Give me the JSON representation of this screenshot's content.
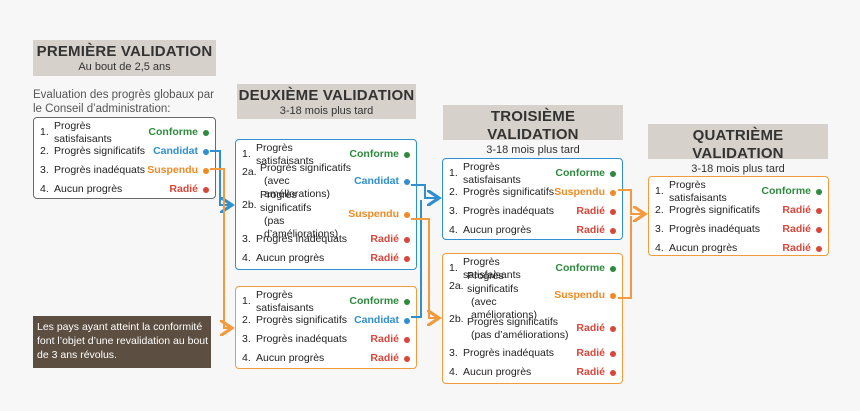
{
  "headers": {
    "v1": {
      "title": "PREMIÈRE VALIDATION",
      "subtitle": "Au bout de 2,5 ans"
    },
    "v2": {
      "title": "DEUXIÈME VALIDATION",
      "subtitle": "3-18 mois plus tard"
    },
    "v3": {
      "title": "TROISIÈME VALIDATION",
      "subtitle": "3-18 mois plus tard"
    },
    "v4": {
      "title": "QUATRIÈME VALIDATION",
      "subtitle": "3-18 mois plus tard"
    }
  },
  "intro": "Evaluation des progrès globaux par le Conseil d’administration:",
  "note": "Les pays ayant atteint la conformité font l’objet d’une revalidation au bout de 3 ans révolus.",
  "boxes": {
    "b1": [
      {
        "num": "1.",
        "label": "Progrès satisfaisants",
        "status": "Conforme"
      },
      {
        "num": "2.",
        "label": "Progrès significatifs",
        "status": "Candidat"
      },
      {
        "num": "3.",
        "label": "Progrès inadéquats",
        "status": "Suspendu"
      },
      {
        "num": "4.",
        "label": "Aucun progrès",
        "status": "Radié"
      }
    ],
    "b2a": [
      {
        "num": "1.",
        "label": "Progrès satisfaisants",
        "status": "Conforme"
      },
      {
        "num": "2a.",
        "label": "Progrès significatifs",
        "label2": "(avec améliorations)",
        "status": "Candidat"
      },
      {
        "num": "2b.",
        "label": "Progrès significatifs",
        "label2": "(pas d’améliorations)",
        "status": "Suspendu"
      },
      {
        "num": "3.",
        "label": "Progrès inadéquats",
        "status": "Radié"
      },
      {
        "num": "4.",
        "label": "Aucun progrès",
        "status": "Radié"
      }
    ],
    "b2b": [
      {
        "num": "1.",
        "label": "Progrès satisfaisants",
        "status": "Conforme"
      },
      {
        "num": "2.",
        "label": "Progrès significatifs",
        "status": "Candidat"
      },
      {
        "num": "3.",
        "label": "Progrès inadéquats",
        "status": "Radié"
      },
      {
        "num": "4.",
        "label": "Aucun progrès",
        "status": "Radié"
      }
    ],
    "b3a": [
      {
        "num": "1.",
        "label": "Progrès satisfaisants",
        "status": "Conforme"
      },
      {
        "num": "2.",
        "label": "Progrès significatifs",
        "status": "Suspendu"
      },
      {
        "num": "3.",
        "label": "Progrès inadéquats",
        "status": "Radié"
      },
      {
        "num": "4.",
        "label": "Aucun progrès",
        "status": "Radié"
      }
    ],
    "b3b": [
      {
        "num": "1.",
        "label": "Progrès satisfaisants",
        "status": "Conforme"
      },
      {
        "num": "2a.",
        "label": "Progrès significatifs",
        "label2": "(avec améliorations)",
        "status": "Suspendu"
      },
      {
        "num": "2b.",
        "label": "Progrès significatifs",
        "label2": "(pas d’améliorations)",
        "status": "Radié"
      },
      {
        "num": "3.",
        "label": "Progrès inadéquats",
        "status": "Radié"
      },
      {
        "num": "4.",
        "label": "Aucun progrès",
        "status": "Radié"
      }
    ],
    "b4": [
      {
        "num": "1.",
        "label": "Progrès satisfaisants",
        "status": "Conforme"
      },
      {
        "num": "2.",
        "label": "Progrès significatifs",
        "status": "Radié"
      },
      {
        "num": "3.",
        "label": "Progrès inadéquats",
        "status": "Radié"
      },
      {
        "num": "4.",
        "label": "Aucun progrès",
        "status": "Radié"
      }
    ]
  },
  "colors": {
    "Conforme": "#2e8b3d",
    "Candidat": "#2f8fd0",
    "Suspendu": "#f08a24",
    "Radié": "#d9463a"
  }
}
